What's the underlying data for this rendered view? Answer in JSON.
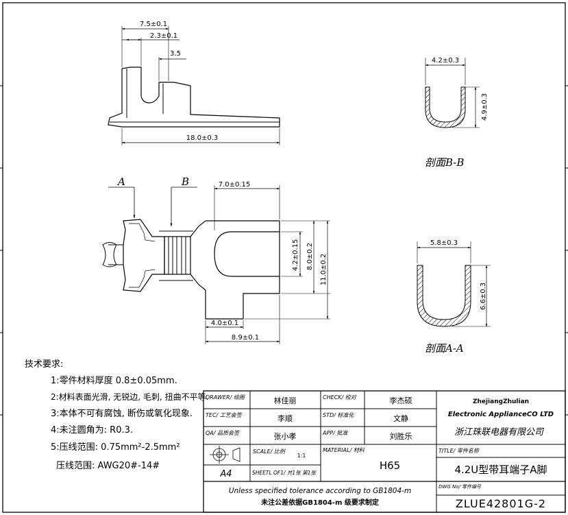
{
  "top_view": {
    "dim_width": "7.5±0.1",
    "dim_slot": "2.3±0.1",
    "dim_offset": "3.5",
    "dim_length": "18.0±0.3"
  },
  "section_bb": {
    "width": "4.2±0.3",
    "height": "4.9±0.3",
    "label": "剖面B-B"
  },
  "main_view": {
    "marker_a": "A",
    "marker_b": "B",
    "dim_slot_len": "7.0±0.15",
    "dim_slot_w": "4.2±0.15",
    "dim_inner_w": "8.0±0.2",
    "dim_outer_w": "11.0±0.2",
    "dim_tab": "4.0±0.1",
    "dim_head": "8.9±0.1"
  },
  "section_aa": {
    "width": "5.8±0.3",
    "height": "6.6±0.3",
    "label": "剖面A-A"
  },
  "notes": {
    "title": "技术要求:",
    "items": [
      "1:零件材料厚度 0.8±0.05mm.",
      "2:材料表面光滑, 无锐边, 毛刺, 扭曲不平等.",
      "3:本体不可有腐蚀, 断伤或氧化现象.",
      "4:未注圆角为: R0.3.",
      "5:压线范围: 0.75mm²-2.5mm²",
      "压线范围: AWG20#-14#"
    ]
  },
  "title_block": {
    "drawer_label": "DRAWER/ 绘图",
    "drawer": "林佳丽",
    "check_label": "CHECK/ 校对",
    "check": "李杰硕",
    "tec_label": "TEC/ 工艺会签",
    "tec": "李顺",
    "std_label": "STD/ 标准化",
    "std": "文静",
    "qa_label": "QA/ 品质会签",
    "qa": "张小孝",
    "app_label": "APP/ 批准",
    "app": "刘胜乐",
    "company_en1": "ZhejiangZhulian",
    "company_en2": "Electronic ApplianceCO LTD",
    "company_cn": "浙江珠联电器有限公司",
    "scale_label": "SCALE/ 比例",
    "scale": "1:1",
    "sheet_label": "SHEETL OF1/ 共1张 第1张",
    "paper": "A4",
    "material_label": "MATERIAL/ 材料",
    "material": "H65",
    "title_label": "TITLE/ 零件名称",
    "title": "4.2U型带耳端子A脚",
    "tolerance_en": "Unless specified tolerance according to GB1804-m",
    "tolerance_cn": "未注公差依据GB1804-m  级要求制定",
    "dwg_label": "DWG No/ 零件编号",
    "dwg_no": "ZLUE42801G-2"
  }
}
